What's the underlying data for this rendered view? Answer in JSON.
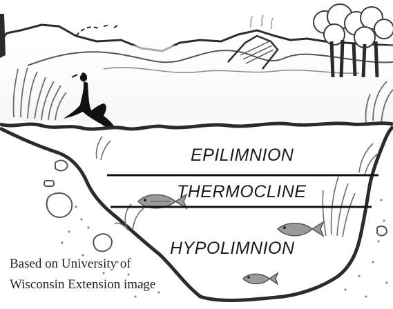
{
  "layers": {
    "epilimnion": "EPILIMNION",
    "thermocline": "THERMOCLINE",
    "hypolimnion": "HYPOLIMNION"
  },
  "credit": {
    "line1": "Based on University of",
    "line2": "Wisconsin Extension image"
  },
  "colors": {
    "outline": "#2b2b2b",
    "fish": "#9a9a9a",
    "plants": "#6b6b6b",
    "background": "#ffffff"
  }
}
